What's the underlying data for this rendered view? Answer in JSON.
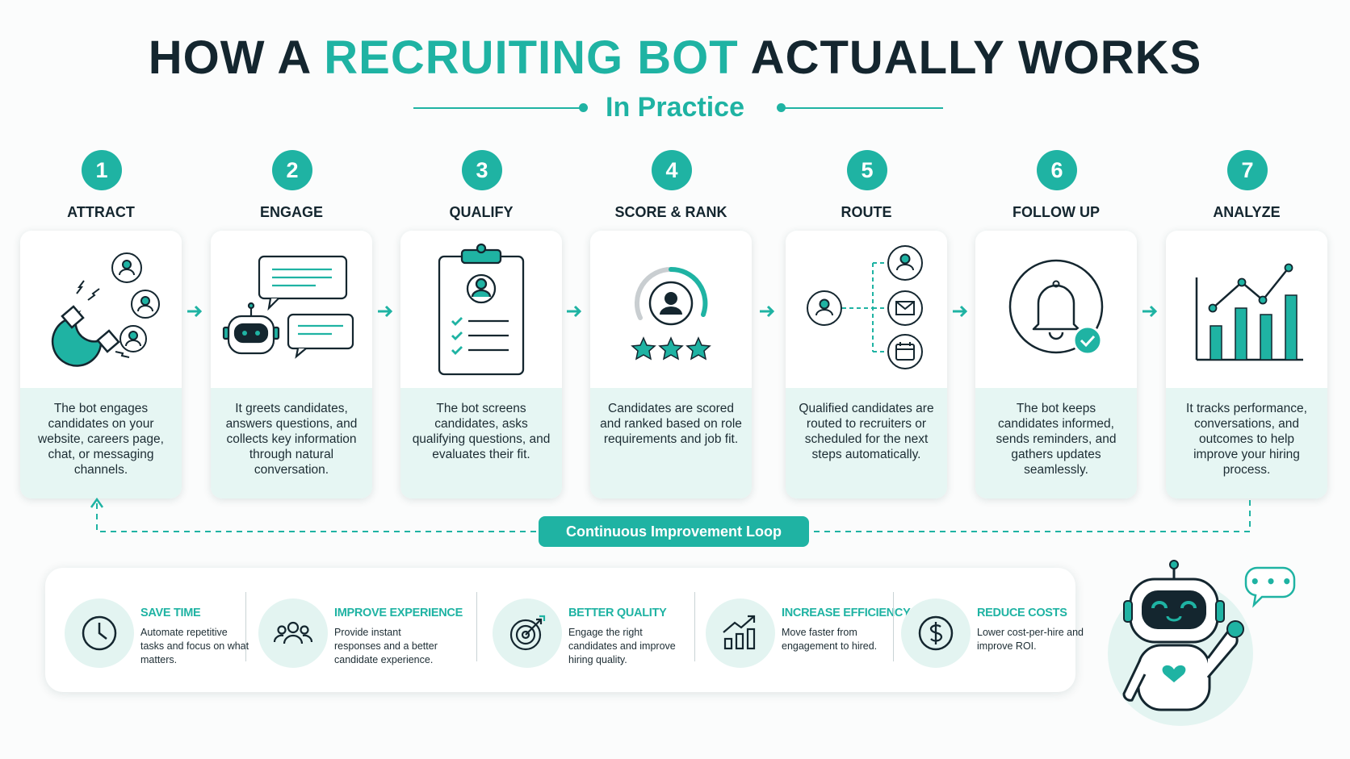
{
  "title": {
    "prefix": "HOW A ",
    "accent": "RECRUITING BOT",
    "suffix": " ACTUALLY WORKS"
  },
  "subtitle": "In Practice",
  "colors": {
    "accent": "#1fb3a3",
    "dark": "#14262f",
    "card_text_bg": "#e6f6f3"
  },
  "steps": [
    {
      "number": "1",
      "label": "ATTRACT",
      "icon": "magnet-icon",
      "text": "The bot engages candidates on your website, careers page, chat, or messaging channels."
    },
    {
      "number": "2",
      "label": "ENGAGE",
      "icon": "chatbot-icon",
      "text": "It greets candidates, answers questions, and collects key information through natural conversation."
    },
    {
      "number": "3",
      "label": "QUALIFY",
      "icon": "clipboard-icon",
      "text": "The bot screens candidates, asks qualifying questions, and evaluates their fit."
    },
    {
      "number": "4",
      "label": "SCORE & RANK",
      "icon": "rating-icon",
      "text": "Candidates are scored and ranked based on role requirements and job fit."
    },
    {
      "number": "5",
      "label": "ROUTE",
      "icon": "routing-icon",
      "text": "Qualified candidates are routed to recruiters or scheduled for the next steps automatically."
    },
    {
      "number": "6",
      "label": "FOLLOW UP",
      "icon": "bell-icon",
      "text": "The bot keeps candidates informed, sends reminders, and gathers updates seamlessly."
    },
    {
      "number": "7",
      "label": "ANALYZE",
      "icon": "analytics-icon",
      "text": "It tracks performance, conversations, and outcomes to help improve your hiring process."
    }
  ],
  "loop_label": "Continuous Improvement Loop",
  "benefits": [
    {
      "title": "SAVE TIME",
      "icon": "clock-icon",
      "text": "Automate repetitive tasks and focus on what matters."
    },
    {
      "title": "IMPROVE EXPERIENCE",
      "icon": "people-icon",
      "text": "Provide instant responses and a better candidate experience."
    },
    {
      "title": "BETTER QUALITY",
      "icon": "target-icon",
      "text": "Engage the right candidates and improve hiring quality."
    },
    {
      "title": "INCREASE EFFICIENCY",
      "icon": "growth-chart-icon",
      "text": "Move faster from engagement to hired."
    },
    {
      "title": "REDUCE COSTS",
      "icon": "dollar-icon",
      "text": "Lower cost-per-hire and improve ROI."
    }
  ],
  "robot_bubble": "• • •"
}
